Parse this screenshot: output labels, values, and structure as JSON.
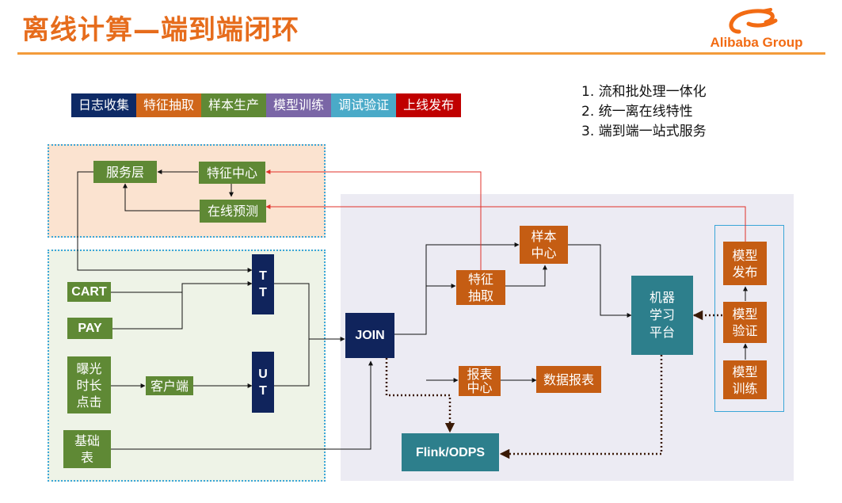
{
  "header": {
    "title": "离线计算—端到端闭环",
    "logo_text": "Alibaba Group"
  },
  "pipeline_tags": [
    {
      "label": "日志收集",
      "color": "#0e2a66"
    },
    {
      "label": "特征抽取",
      "color": "#d0661a"
    },
    {
      "label": "样本生产",
      "color": "#5f8935"
    },
    {
      "label": "模型训练",
      "color": "#7a66a6"
    },
    {
      "label": "调试验证",
      "color": "#4aaac8"
    },
    {
      "label": "上线发布",
      "color": "#c00000"
    }
  ],
  "key_points": [
    "1.  流和批处理一体化",
    "2.  统一离在线特性",
    "3.  端到端一站式服务"
  ],
  "nodes": {
    "service_layer": "服务层",
    "feature_center": "特征中心",
    "online_predict": "在线预测",
    "cart": "CART",
    "pay": "PAY",
    "exposure": "曝光\n时长\n点击",
    "client": "客户端",
    "base_table": "基础\n表",
    "tt": "T\nT",
    "ut": "U\nT",
    "join": "JOIN",
    "feature_extract": "特征\n抽取",
    "sample_center": "样本\n中心",
    "report_center": "报表\n中心",
    "data_report": "数据报表",
    "ml_platform": "机器\n学习\n平台",
    "model_release": "模型\n发布",
    "model_verify": "模型\n验证",
    "model_train": "模型\n训练",
    "flink_odps": "Flink/ODPS"
  },
  "colors": {
    "title": "#e66c1c",
    "green_node": "#5f8935",
    "orange_node": "#c55d13",
    "navy_node": "#10245c",
    "teal_node": "#2d7f8c",
    "red_arrow": "#e0302a"
  }
}
